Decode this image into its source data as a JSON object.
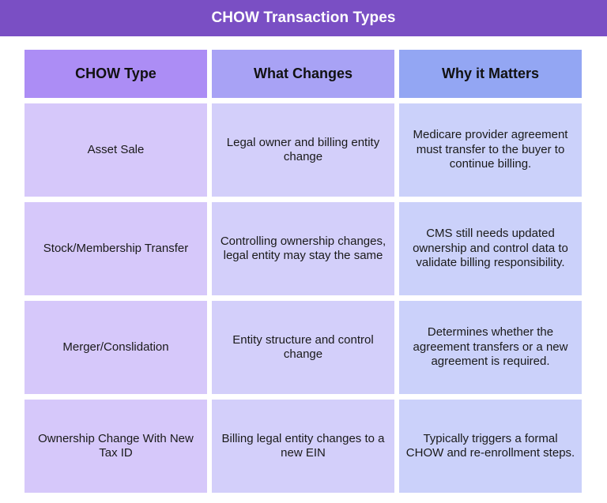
{
  "title": "CHOW Transaction Types",
  "columns": [
    "CHOW Type",
    "What Changes",
    "Why it Matters"
  ],
  "rows": [
    {
      "type": "Asset Sale",
      "changes": "Legal owner and billing entity change",
      "matters": "Medicare provider agreement must transfer to the buyer to continue billing."
    },
    {
      "type": "Stock/Membership Transfer",
      "changes": "Controlling ownership changes, legal entity may stay the same",
      "matters": "CMS still needs updated ownership and control data to validate billing responsibility."
    },
    {
      "type": "Merger/Conslidation",
      "changes": "Entity structure and control change",
      "matters": "Determines whether the agreement transfers or a new agreement is required."
    },
    {
      "type": "Ownership Change With New Tax ID",
      "changes": "Billing legal entity changes to a new EIN",
      "matters": "Typically triggers a formal CHOW and re-enrollment steps."
    }
  ],
  "colors": {
    "title_bar": "#7a4fc4",
    "header_col1": "#ac8df5",
    "header_col2": "#a8a2f5",
    "header_col3": "#93a6f3",
    "body_col1": "#d6c8fa",
    "body_col2": "#d3cffa",
    "body_col3": "#cbd1fa"
  }
}
